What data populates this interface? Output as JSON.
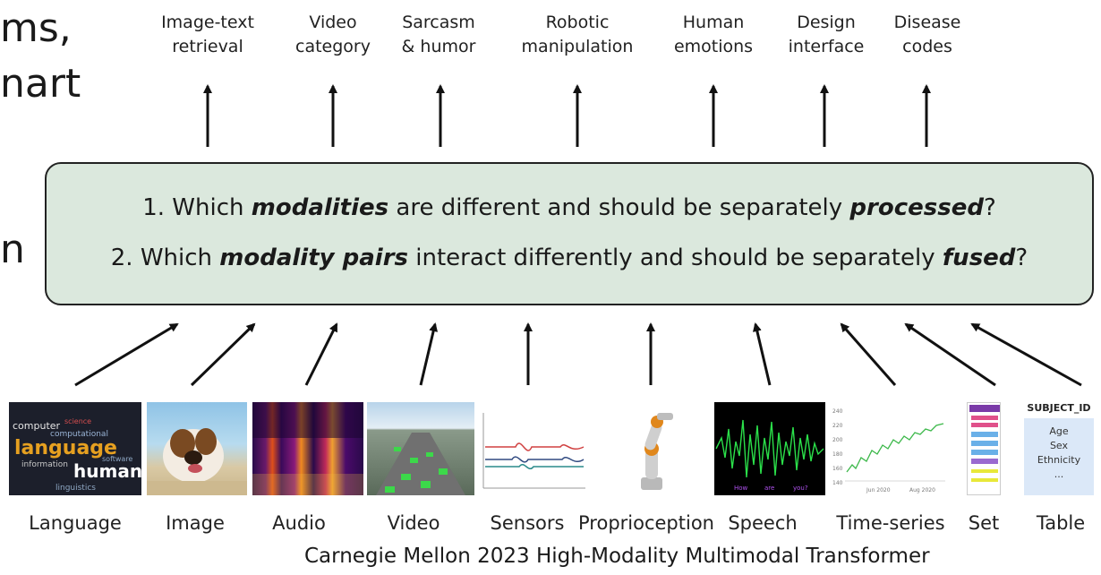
{
  "left_fragments": [
    "ms,",
    "nart",
    "n"
  ],
  "tasks": [
    {
      "line1": "Image-text",
      "line2": "retrieval"
    },
    {
      "line1": "Video",
      "line2": "category"
    },
    {
      "line1": "Sarcasm",
      "line2": "& humor"
    },
    {
      "line1": "Robotic",
      "line2": "manipulation"
    },
    {
      "line1": "Human",
      "line2": "emotions"
    },
    {
      "line1": "Design",
      "line2": "interface"
    },
    {
      "line1": "Disease",
      "line2": "codes"
    }
  ],
  "questions": {
    "q1": {
      "prefix": "1. Which ",
      "em1": "modalities",
      "mid": " are different and should be separately ",
      "em2": "processed",
      "end": "?"
    },
    "q2": {
      "prefix": "2. Which ",
      "em1": "modality pairs",
      "mid": " interact differently and should be separately ",
      "em2": "fused",
      "end": "?"
    }
  },
  "modalities": [
    "Language",
    "Image",
    "Audio",
    "Video",
    "Sensors",
    "Proprioception",
    "Speech",
    "Time-series",
    "Set",
    "Table"
  ],
  "thumbnails": {
    "language_words": {
      "w1": "computer",
      "w2": "science",
      "w3": "computational",
      "w4": "language",
      "w5": "information",
      "w6": "human",
      "w7": "linguistics",
      "w8": "software"
    },
    "speech_words": {
      "w1": "How",
      "w2": "are",
      "w3": "you?"
    },
    "timeseries_ticks": {
      "y": [
        "240",
        "220",
        "200",
        "180",
        "160",
        "140"
      ],
      "x": [
        "Jun 2020",
        "Aug 2020"
      ]
    },
    "table": {
      "header": "SUBJECT_ID",
      "rows": [
        "Age",
        "Sex",
        "Ethnicity",
        "..."
      ]
    }
  },
  "caption": "Carnegie Mellon 2023 High-Modality Multimodal Transformer",
  "colors": {
    "box_fill": "#dbe8dd",
    "box_border": "#222222",
    "arrow": "#111111"
  }
}
